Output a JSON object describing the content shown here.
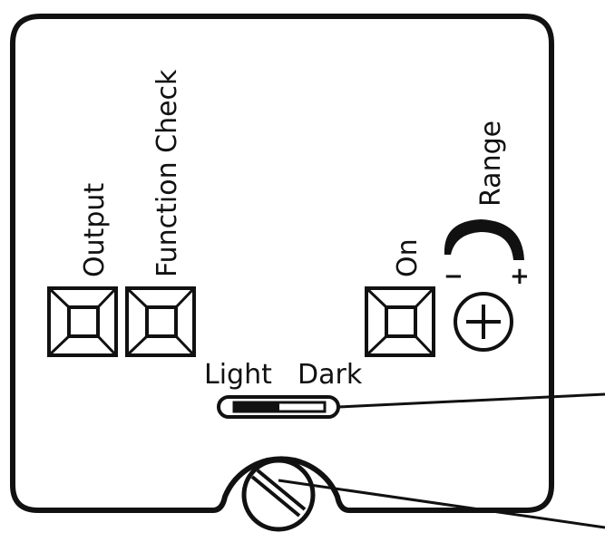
{
  "labels": {
    "output": "Output",
    "function_check": "Function Check",
    "on": "On",
    "range": "Range",
    "light": "Light",
    "dark": "Dark",
    "minus": "−",
    "plus": "+"
  },
  "colors": {
    "line": "#111111",
    "background": "#ffffff"
  },
  "icons": {
    "led": "square-led-icon",
    "potentiometer": "plus-in-circle-icon",
    "range_arc": "range-arc-icon",
    "screw": "slotted-screw-icon"
  }
}
